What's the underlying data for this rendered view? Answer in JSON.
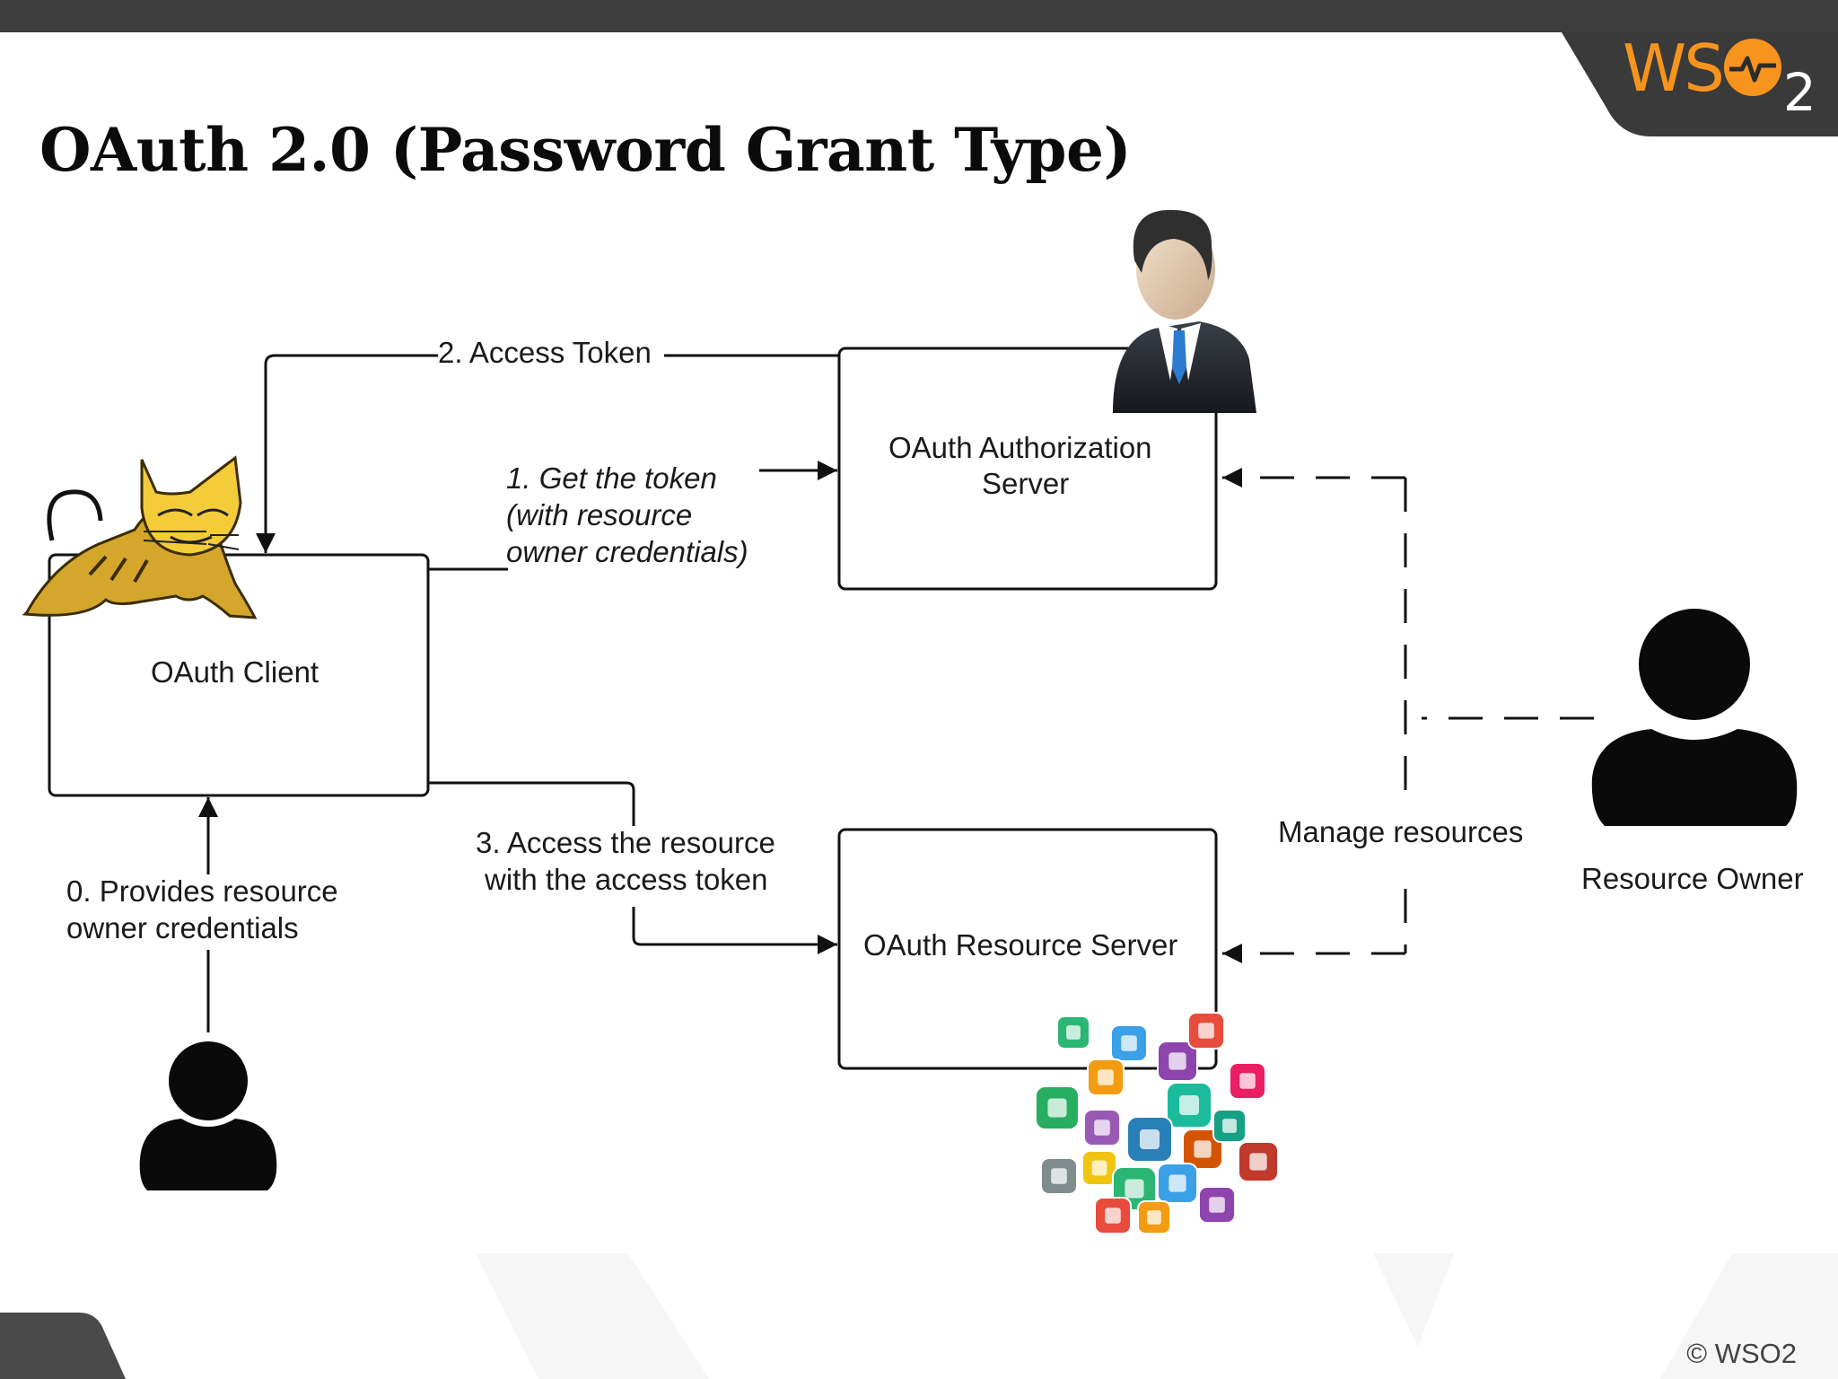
{
  "slide": {
    "title": "OAuth 2.0 (Password Grant Type)",
    "copyright": "© WSO2",
    "logo": {
      "prefix": "WS",
      "subscript": "2",
      "color": "#f7941d"
    }
  },
  "diagram": {
    "nodes": {
      "client": {
        "label": "OAuth Client"
      },
      "auth_server": {
        "line1": "OAuth Authorization",
        "line2": "Server"
      },
      "resource_server": {
        "label": "OAuth Resource Server"
      },
      "resource_owner": {
        "label": "Resource Owner"
      }
    },
    "edges": {
      "step0": {
        "line1": "0. Provides resource",
        "line2": "owner credentials"
      },
      "step1": {
        "line1": "1. Get the token",
        "line2": "(with resource",
        "line3": "owner credentials)"
      },
      "step2": {
        "label": "2. Access Token"
      },
      "step3": {
        "line1": "3. Access the resource",
        "line2": "with the access token"
      },
      "manage": {
        "label": "Manage resources"
      }
    },
    "icons": [
      "tomcat-cat-icon",
      "businessman-icon",
      "user-icon",
      "resource-owner-icon",
      "app-icons-cluster"
    ],
    "app_icon_colors": [
      "#2bb673",
      "#3aa0e8",
      "#8e44ad",
      "#e74c3c",
      "#f39c12",
      "#1abc9c",
      "#e91e63",
      "#27ae60",
      "#9b59b6",
      "#2980b9",
      "#d35400",
      "#16a085",
      "#c0392b",
      "#7f8c8d",
      "#f1c40f"
    ]
  }
}
